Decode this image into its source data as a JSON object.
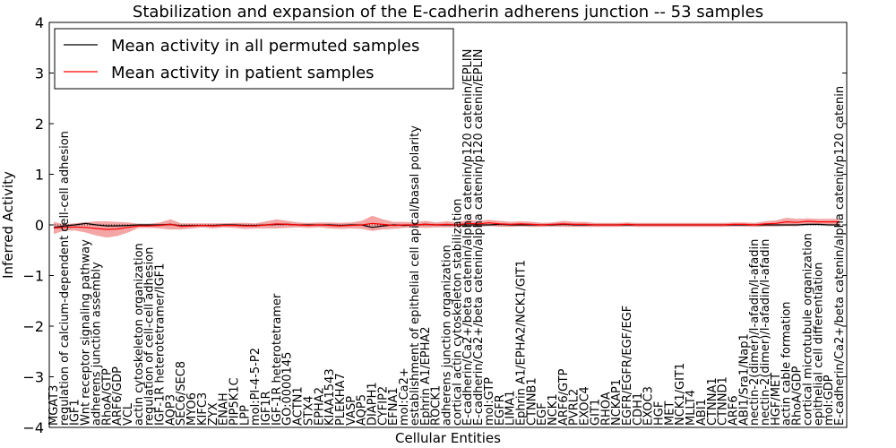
{
  "chart_data": {
    "type": "line",
    "title": "Stabilization and expansion of the E-cadherin adherens junction -- 53 samples",
    "xlabel": "Cellular Entities",
    "ylabel": "Inferred Activity",
    "ylim": [
      -4,
      4
    ],
    "yticks": [
      -4,
      -3,
      -2,
      -1,
      0,
      1,
      2,
      3,
      4
    ],
    "grid": false,
    "legend_position": "top-left",
    "categories": [
      "MGAT3",
      "regulation of calcium-dependent cell-cell adhesion",
      "IGF1",
      "Wnt receptor signaling pathway",
      "adherens junction assembly",
      "RhoA/GTP",
      "ARF6/GDP",
      "VCL",
      "actin cytoskeleton organization",
      "regulation of cell-cell adhesion",
      "IGF-1R heterotetramer/IGF1",
      "AQP3",
      "SEC6/SEC8",
      "MYO6",
      "KIFC3",
      "ZYX",
      "ENAH",
      "PIP5K1C",
      "LPP",
      "mol:PI-4-5-P2",
      "IGF1R",
      "IGF-1R heterotetramer",
      "GO:0000145",
      "ACTN1",
      "STX4",
      "EPHA2",
      "KIAA1543",
      "PLEKHA7",
      "VASP",
      "AQP5",
      "DIAPH1",
      "CYFIP2",
      "EFNA1",
      "mol:Ca2+",
      "establishment of epithelial cell apical/basal polarity",
      "Ephrin A1/EPHA2",
      "ROCK1",
      "adherens junction organization",
      "cortical actin cytoskeleton stabilization",
      "E-cadherin/Ca2+/beta catenin/alpha catenin/p120 catenin/EPLIN",
      "E-cadherin/Ca2+/beta catenin/alpha catenin/p120 catenin/EPLIN",
      "mol:GTP",
      "EGFR",
      "LIMA1",
      "Ephrin A1/EPHA2/NCK1/GIT1",
      "CTNNB1",
      "EGF",
      "NCK1",
      "ARF6/GTP",
      "PVRL2",
      "EXOC4",
      "GIT1",
      "RHOA",
      "NCKAP1",
      "EGFR/EGFR/EGF/EGF",
      "CDH1",
      "EXOC3",
      "HGF",
      "MET",
      "NCK1/GIT1",
      "MLLT4",
      "ABI1",
      "CTNNA1",
      "CTNND1",
      "ARF6",
      "ABI1/Sra1/Nap1",
      "nectin-2(dimer)/I-afadin/I-afadin",
      "nectin-2(dimer)/I-afadin/I-afadin",
      "HGF/MET",
      "actin cable formation",
      "RhoA/GDP",
      "cortical microtubule organization",
      "epithelial cell differentiation",
      "mol:GDP",
      "E-cadherin/Ca2+/beta catenin/alpha catenin/p120 catenin"
    ],
    "series": [
      {
        "name": "Mean activity in all permuted samples",
        "color": "#000000",
        "values": [
          -0.05,
          -0.02,
          0.0,
          0.03,
          0.0,
          -0.02,
          -0.02,
          -0.01,
          0.0,
          0.0,
          0.0,
          0.01,
          -0.02,
          -0.01,
          -0.01,
          -0.01,
          0.0,
          0.0,
          -0.01,
          -0.01,
          0.0,
          0.01,
          0.01,
          0.0,
          0.0,
          0.0,
          0.0,
          -0.01,
          0.0,
          0.0,
          -0.05,
          -0.02,
          0.0,
          -0.01,
          0.0,
          0.01,
          0.0,
          0.0,
          0.0,
          0.0,
          0.0,
          0.0,
          0.01,
          0.0,
          0.0,
          0.0,
          0.0,
          0.0,
          0.01,
          0.0,
          0.0,
          0.0,
          0.0,
          0.0,
          0.0,
          0.0,
          0.0,
          0.0,
          0.0,
          0.0,
          0.0,
          0.0,
          0.0,
          0.0,
          0.0,
          0.0,
          0.0,
          0.0,
          0.0,
          0.0,
          0.0,
          0.01,
          0.01,
          0.0,
          0.0
        ]
      },
      {
        "name": "Mean activity in patient samples",
        "color": "#ff0000",
        "band": true,
        "values": [
          -0.06,
          -0.05,
          -0.04,
          -0.05,
          -0.07,
          -0.09,
          -0.08,
          -0.05,
          -0.02,
          -0.02,
          -0.01,
          0.01,
          -0.03,
          -0.02,
          -0.01,
          -0.02,
          -0.01,
          -0.01,
          -0.02,
          -0.02,
          0.0,
          0.02,
          0.01,
          0.0,
          -0.01,
          0.0,
          -0.01,
          -0.02,
          -0.01,
          0.0,
          0.03,
          0.01,
          -0.01,
          0.0,
          0.0,
          0.01,
          0.0,
          0.01,
          0.0,
          0.03,
          0.02,
          0.04,
          0.02,
          0.01,
          0.02,
          0.01,
          0.0,
          0.01,
          0.02,
          0.01,
          0.01,
          0.0,
          0.0,
          0.0,
          0.01,
          0.0,
          0.0,
          0.0,
          0.0,
          0.0,
          0.0,
          0.0,
          0.0,
          0.0,
          0.01,
          0.01,
          0.0,
          0.02,
          0.03,
          0.06,
          0.05,
          0.07,
          0.06,
          0.06,
          0.06
        ],
        "spread": [
          0.12,
          0.06,
          0.07,
          0.1,
          0.14,
          0.16,
          0.14,
          0.1,
          0.04,
          0.04,
          0.06,
          0.1,
          0.06,
          0.05,
          0.04,
          0.05,
          0.04,
          0.05,
          0.06,
          0.05,
          0.07,
          0.09,
          0.07,
          0.05,
          0.05,
          0.05,
          0.06,
          0.06,
          0.06,
          0.08,
          0.15,
          0.1,
          0.07,
          0.06,
          0.05,
          0.07,
          0.05,
          0.06,
          0.05,
          0.07,
          0.06,
          0.06,
          0.06,
          0.05,
          0.05,
          0.05,
          0.04,
          0.04,
          0.06,
          0.05,
          0.05,
          0.04,
          0.04,
          0.04,
          0.04,
          0.04,
          0.04,
          0.04,
          0.04,
          0.04,
          0.04,
          0.04,
          0.04,
          0.04,
          0.04,
          0.04,
          0.04,
          0.05,
          0.06,
          0.08,
          0.07,
          0.06,
          0.06,
          0.06,
          0.06
        ]
      }
    ]
  }
}
